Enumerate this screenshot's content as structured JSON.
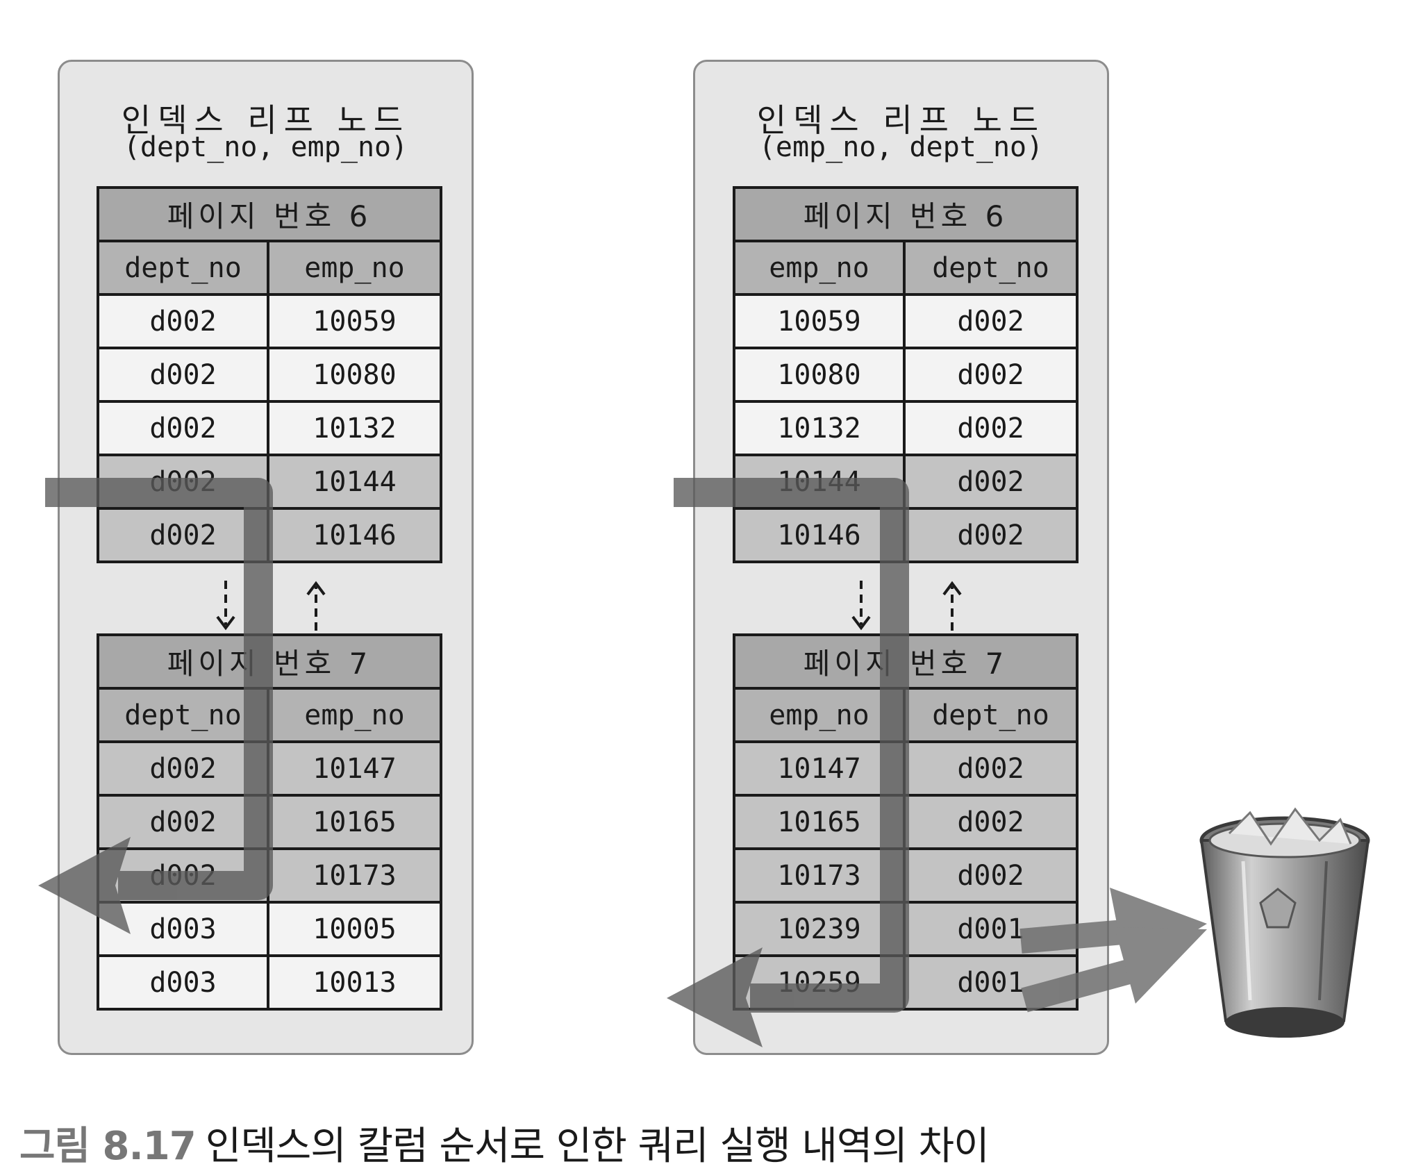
{
  "panels": [
    {
      "title": "인덱스 리프 노드",
      "subtitle": "(dept_no, emp_no)",
      "pages": [
        {
          "label": "페이지 번호 6",
          "columns": [
            "dept_no",
            "emp_no"
          ],
          "rows": [
            [
              "d002",
              "10059"
            ],
            [
              "d002",
              "10080"
            ],
            [
              "d002",
              "10132"
            ],
            [
              "d002",
              "10144"
            ],
            [
              "d002",
              "10146"
            ]
          ],
          "shaded": [
            false,
            false,
            false,
            true,
            true
          ]
        },
        {
          "label": "페이지 번호 7",
          "columns": [
            "dept_no",
            "emp_no"
          ],
          "rows": [
            [
              "d002",
              "10147"
            ],
            [
              "d002",
              "10165"
            ],
            [
              "d002",
              "10173"
            ],
            [
              "d003",
              "10005"
            ],
            [
              "d003",
              "10013"
            ]
          ],
          "shaded": [
            true,
            true,
            true,
            false,
            false
          ]
        }
      ]
    },
    {
      "title": "인덱스 리프 노드",
      "subtitle": "(emp_no, dept_no)",
      "pages": [
        {
          "label": "페이지 번호 6",
          "columns": [
            "emp_no",
            "dept_no"
          ],
          "rows": [
            [
              "10059",
              "d002"
            ],
            [
              "10080",
              "d002"
            ],
            [
              "10132",
              "d002"
            ],
            [
              "10144",
              "d002"
            ],
            [
              "10146",
              "d002"
            ]
          ],
          "shaded": [
            false,
            false,
            false,
            true,
            true
          ]
        },
        {
          "label": "페이지 번호 7",
          "columns": [
            "emp_no",
            "dept_no"
          ],
          "rows": [
            [
              "10147",
              "d002"
            ],
            [
              "10165",
              "d002"
            ],
            [
              "10173",
              "d002"
            ],
            [
              "10239",
              "d001"
            ],
            [
              "10259",
              "d001"
            ]
          ],
          "shaded": [
            true,
            true,
            true,
            true,
            true
          ]
        }
      ]
    }
  ],
  "caption": {
    "figure": "그림 8.17",
    "text": "인덱스의 칼럼 순서로 인한 쿼리 실행 내역의 차이"
  },
  "icons": {
    "trash": "recycle-bin-icon"
  },
  "colors": {
    "panel_bg": "#e6e6e6",
    "header_bg": "#a8a8a8",
    "col_header_bg": "#b3b3b3",
    "scan_arrow": "#6e6e6e"
  }
}
